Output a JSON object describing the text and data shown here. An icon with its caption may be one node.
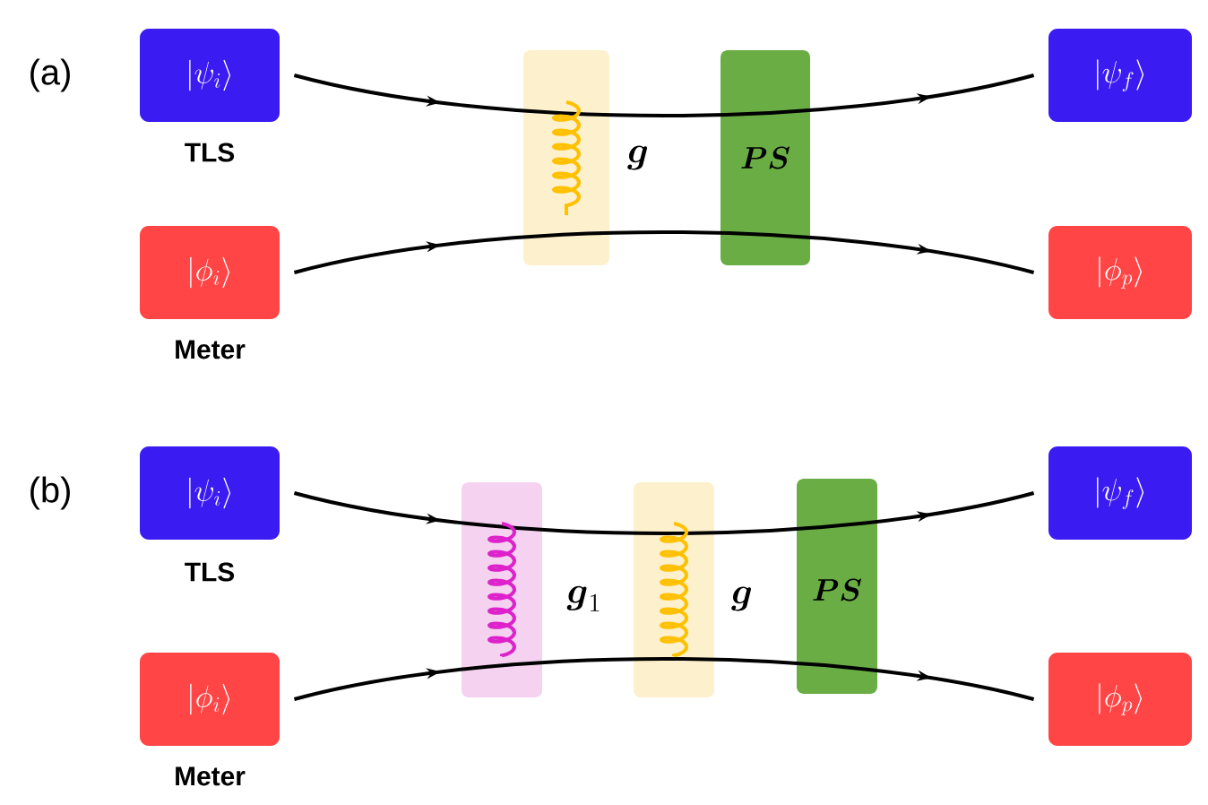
{
  "diagram": {
    "nodes": [
      {
        "text": [
          "|\\psi_i\\rangle"
        ],
        "beside": [
          "TLS"
        ]
      },
      {
        "text": [
          "|\\phi_i\\rangle"
        ],
        "beside": [
          "Meter"
        ]
      },
      {
        "text": [
          "|\\psi_f\\rangle"
        ]
      },
      {
        "text": [
          "|\\phi_p\\rangle"
        ]
      },
      {
        "text": [
          "|\\psi_i\\rangle"
        ],
        "beside": [
          "TLS"
        ]
      },
      {
        "text": [
          "|\\phi_i\\rangle"
        ],
        "beside": [
          "Meter"
        ]
      },
      {
        "text": [
          "|\\psi_f\\rangle"
        ]
      },
      {
        "text": [
          "|\\phi_p\\rangle"
        ]
      }
    ],
    "edges": [
      {
        "from": 0,
        "to": 2,
        "arrow": "to"
      },
      {
        "from": 1,
        "to": 3,
        "arrow": "to"
      },
      {
        "from": 4,
        "to": 6,
        "arrow": "to"
      },
      {
        "from": 5,
        "to": 7,
        "arrow": "to"
      }
    ],
    "labels": [
      "(a)",
      "\\boldsymbol{g}",
      "\\boldsymbol{PS}",
      "(b)",
      "\\boldsymbol{g}_1",
      "\\boldsymbol{g}",
      "\\boldsymbol{PS}"
    ]
  }
}
